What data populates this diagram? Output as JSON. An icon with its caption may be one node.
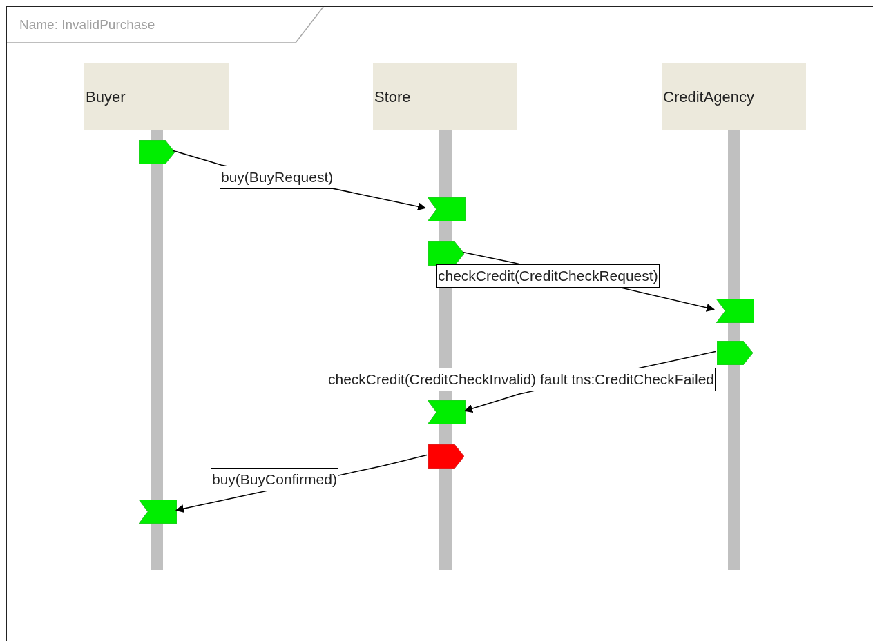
{
  "diagram": {
    "nodes": [
      {
        "text": [
          "Name: InvalidPurchase"
        ]
      },
      {
        "text": [
          "Buyer"
        ],
        "in": 0
      },
      {
        "text": [
          "Store"
        ],
        "in": 0
      },
      {
        "text": [
          "CreditAgency"
        ],
        "in": 0
      },
      {
        "text": [],
        "shape": "pentagon",
        "in": 0
      },
      {
        "text": [],
        "shape": "chevron",
        "in": 0
      },
      {
        "text": [],
        "shape": "pentagon",
        "in": 0
      },
      {
        "text": [],
        "shape": "chevron",
        "in": 0
      },
      {
        "text": [],
        "shape": "pentagon",
        "in": 0
      },
      {
        "text": [],
        "shape": "chevron",
        "in": 0
      },
      {
        "text": [],
        "shape": "pentagon",
        "in": 0
      },
      {
        "text": [],
        "shape": "chevron",
        "in": 0
      },
      {
        "text": [],
        "shape": "bar",
        "in": 0
      },
      {
        "text": [],
        "shape": "bar",
        "in": 0
      },
      {
        "text": [],
        "shape": "bar",
        "in": 0
      }
    ],
    "edges": [
      {
        "from": 4,
        "to": 5,
        "arrow": "to",
        "label": "buy(BuyRequest)"
      },
      {
        "from": 6,
        "to": 7,
        "arrow": "to",
        "label": "checkCredit(CreditCheckRequest)"
      },
      {
        "from": 8,
        "to": 9,
        "arrow": "to",
        "label": "checkCredit(CreditCheckInvalid) fault tns:CreditCheckFailed"
      },
      {
        "from": 10,
        "to": 11,
        "arrow": "to",
        "label": "buy(BuyConfirmed)"
      }
    ]
  }
}
